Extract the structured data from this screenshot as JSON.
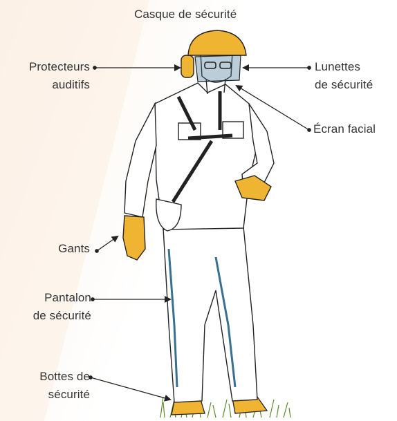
{
  "labels": {
    "helmet": "Casque de sécurité",
    "hearing_line1": "Protecteurs",
    "hearing_line2": "auditifs",
    "glasses_line1": "Lunettes",
    "glasses_line2": "de sécurité",
    "face_shield": "Écran facial",
    "gloves": "Gants",
    "pants_line1": "Pantalon",
    "pants_line2": "de sécurité",
    "boots_line1": "Bottes de",
    "boots_line2": "sécurité"
  },
  "colors": {
    "accent": "#f0b433",
    "ink": "#222222",
    "shade": "#3a6f8f",
    "text": "#333333",
    "background": "#fbeee2"
  }
}
